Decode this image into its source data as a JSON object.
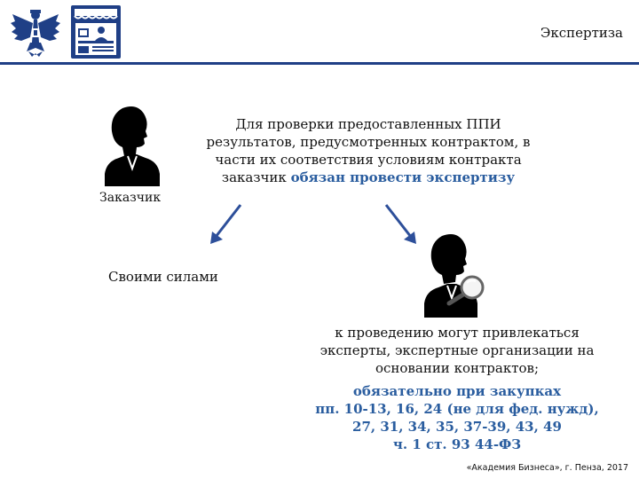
{
  "header": {
    "title": "Экспертиза"
  },
  "top_text": {
    "lines": [
      "Для проверки предоставленных ППИ",
      "результатов, предусмотренных контрактом, в",
      "части их соответствия условиям контракта"
    ],
    "last_plain": "заказчик ",
    "last_emphasis": "обязан провести экспертизу"
  },
  "customer_label": "Заказчик",
  "own_forces_label": "Своими силами",
  "experts_text": {
    "lines": [
      "к проведению могут привлекаться",
      "эксперты, экспертные организации на",
      "основании контрактов;"
    ],
    "emphasis_lines": [
      "обязательно при закупках",
      "пп. 10-13, 16, 24 (не для фед. нужд),",
      "27, 31, 34, 35, 37-39, 43, 49",
      "ч. 1 ст. 93 44-ФЗ"
    ]
  },
  "footer": "«Академия Бизнеса», г. Пенза, 2017",
  "colors": {
    "brand_blue": "#1f3f86",
    "emphasis_blue": "#2a5d9f",
    "arrow_blue": "#2d4f9a"
  },
  "icons": [
    "eagle-emblem-icon",
    "kiosk-logo-icon",
    "person-silhouette-icon",
    "magnifier-icon"
  ]
}
